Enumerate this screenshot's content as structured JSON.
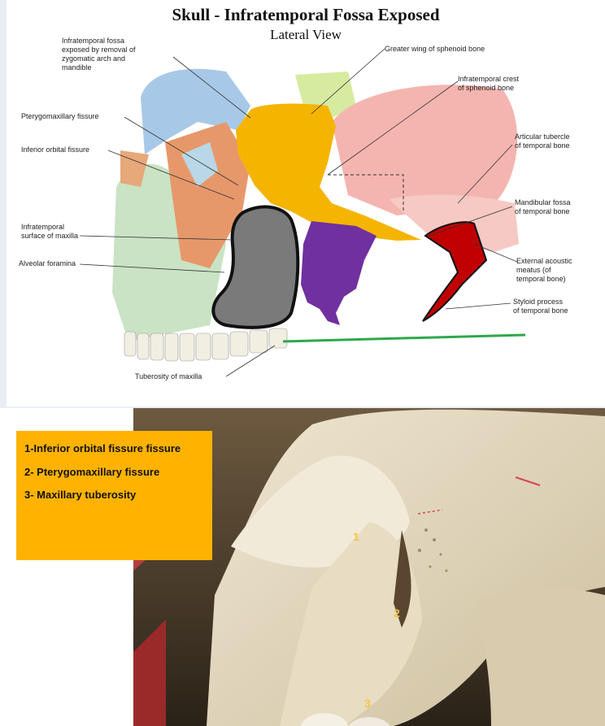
{
  "diagram": {
    "title": "Skull - Infratemporal Fossa Exposed",
    "subtitle": "Lateral View",
    "labels": {
      "infratemporal_fossa": "Infratemporal fossa\nexposed by removal of\nzygomatic arch and\nmandible",
      "greater_wing": "Greater wing of sphenoid bone",
      "infratemporal_crest": "Infratemporal crest\nof sphenoid bone",
      "pterygomaxillary": "Pterygomaxillary fissure",
      "inferior_orbital": "Inferior orbital fissure",
      "articular_tubercle": "Articular tubercle\nof temporal bone",
      "mandibular_fossa": "Mandibular fossa\nof temporal bone",
      "infratemporal_surface": "Infratemporal\nsurface of maxilla",
      "alveolar_foramina": "Alveolar foramina",
      "external_acoustic": "External acoustic\nmeatus (of\ntemporal bone)",
      "styloid": "Styloid process\nof temporal bone",
      "tuberosity": "Tuberosity of maxilla"
    },
    "colors": {
      "fossa": "#f5b400",
      "gray_region": "#7a7a7a",
      "purple_region": "#7030a0",
      "red_region": "#c00000",
      "green_line": "#2ea84a"
    }
  },
  "legend": {
    "items": [
      "1-Inferior orbital fissure fissure",
      "2- Pterygomaxillary  fissure",
      "3- Maxillary tuberosity"
    ]
  },
  "photo_markers": [
    "1",
    "2",
    "3"
  ]
}
